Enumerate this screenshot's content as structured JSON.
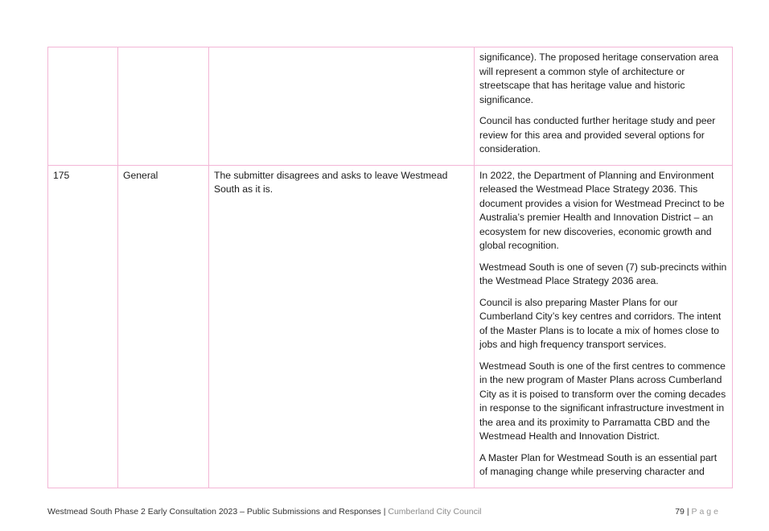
{
  "table": {
    "rows": [
      {
        "number": "",
        "category": "",
        "submission": "",
        "response": [
          "significance). The proposed heritage conservation area will represent a common style of architecture or streetscape that has heritage value and historic significance.",
          "Council has conducted further heritage study and peer review for this area and provided several options for consideration."
        ]
      },
      {
        "number": "175",
        "category": "General",
        "submission": "The submitter disagrees and asks to leave Westmead South as it is.",
        "response": [
          "In 2022, the Department of Planning and Environment released the Westmead Place Strategy 2036. This document provides a vision for Westmead Precinct to be Australia’s premier Health and Innovation District – an ecosystem for new discoveries, economic growth and global recognition.",
          "Westmead South is one of seven (7) sub-precincts within the Westmead Place Strategy 2036 area.",
          "Council is also preparing Master Plans for our Cumberland City’s key centres and corridors. The intent of the Master Plans is to locate a mix of homes close to jobs and high frequency transport services.",
          "Westmead South is one of the first centres to commence in the new program of Master Plans across Cumberland City as it is poised to transform over the coming decades in response to the significant infrastructure investment in the area and its proximity to Parramatta CBD and the Westmead Health and Innovation District.",
          "A Master Plan for Westmead South is an essential part of managing change while preserving character and"
        ]
      }
    ]
  },
  "footer": {
    "document_title": "Westmead South Phase 2 Early Consultation 2023 – Public Submissions and Responses",
    "separator": "|",
    "council": "Cumberland City Council",
    "page_number": "79",
    "page_separator": "|",
    "page_word": "Page"
  },
  "colors": {
    "border": "#f3b6d6",
    "footer_muted": "#8c8c8c"
  }
}
